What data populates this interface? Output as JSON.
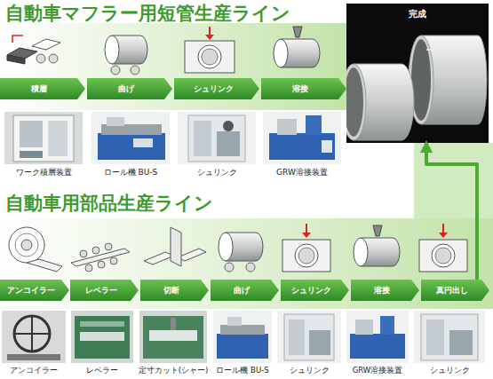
{
  "diagram": {
    "nodes": [
      {
        "text": [
          "自動車マフラー用短管生産ライン"
        ]
      },
      {
        "text": [
          "積層"
        ],
        "in": 0
      },
      {
        "text": [
          "曲げ"
        ],
        "in": 0
      },
      {
        "text": [
          "シュリンク"
        ],
        "in": 0
      },
      {
        "text": [
          "溶接"
        ],
        "in": 0
      },
      {
        "text": [
          "完成"
        ]
      },
      {
        "text": [
          "自動車用部品生産ライン"
        ]
      },
      {
        "text": [
          "アンコイラー"
        ],
        "in": 6
      },
      {
        "text": [
          "レベラー"
        ],
        "in": 6
      },
      {
        "text": [
          "切断"
        ],
        "in": 6
      },
      {
        "text": [
          "曲げ"
        ],
        "in": 6
      },
      {
        "text": [
          "シュリンク"
        ],
        "in": 6
      },
      {
        "text": [
          "溶接"
        ],
        "in": 6
      },
      {
        "text": [
          "真円出し"
        ],
        "in": 6
      }
    ],
    "edges": [
      {
        "from": 13,
        "to": 5,
        "arrow": "to"
      }
    ],
    "labels": [
      "ワーク積層装置",
      "ロール機 BU-S",
      "シュリンク",
      "GRW溶接装置",
      "アンコイラー",
      "レベラー",
      "定寸カット(シャー)",
      "ロール機 BU-S",
      "シュリンク",
      "GRW溶接装置",
      "シュリンク"
    ]
  }
}
